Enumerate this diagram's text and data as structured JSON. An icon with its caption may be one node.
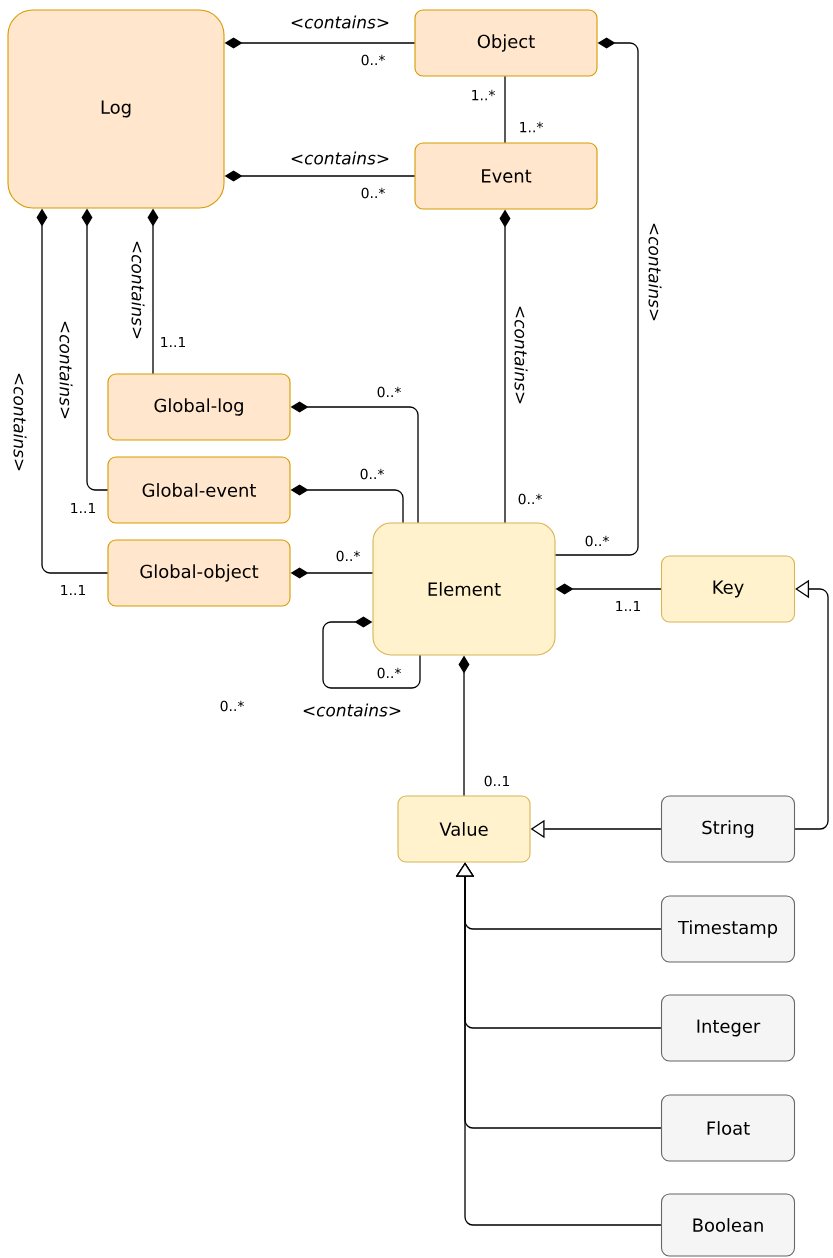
{
  "diagram": {
    "nodes": [
      {
        "text": [
          "Log"
        ]
      },
      {
        "text": [
          "Object"
        ]
      },
      {
        "text": [
          "Event"
        ]
      },
      {
        "text": [
          "Global-log"
        ]
      },
      {
        "text": [
          "Global-event"
        ]
      },
      {
        "text": [
          "Global-object"
        ]
      },
      {
        "text": [
          "Element"
        ]
      },
      {
        "text": [
          "Key"
        ]
      },
      {
        "text": [
          "Value"
        ]
      },
      {
        "text": [
          "String"
        ]
      },
      {
        "text": [
          "Timestamp"
        ]
      },
      {
        "text": [
          "Integer"
        ]
      },
      {
        "text": [
          "Float"
        ]
      },
      {
        "text": [
          "Boolean"
        ]
      }
    ],
    "edges": [
      {
        "from": 0,
        "to": 1,
        "arrow": "other",
        "label": "<contains>"
      },
      {
        "from": 0,
        "to": 2,
        "arrow": "other",
        "label": "<contains>"
      },
      {
        "from": 1,
        "to": 2,
        "arrow": "none"
      },
      {
        "from": 0,
        "to": 3,
        "arrow": "other",
        "label": "<contains>"
      },
      {
        "from": 0,
        "to": 4,
        "arrow": "other",
        "label": "<contains>"
      },
      {
        "from": 0,
        "to": 5,
        "arrow": "other",
        "label": "<contains>"
      },
      {
        "from": 2,
        "to": 6,
        "arrow": "other",
        "label": "<contains>"
      },
      {
        "from": 1,
        "to": 6,
        "arrow": "other",
        "label": "<contains>"
      },
      {
        "from": 3,
        "to": 6,
        "arrow": "other"
      },
      {
        "from": 4,
        "to": 6,
        "arrow": "other"
      },
      {
        "from": 5,
        "to": 6,
        "arrow": "other"
      },
      {
        "from": 6,
        "to": 6,
        "arrow": "other",
        "label": "<contains>"
      },
      {
        "from": 6,
        "to": 7,
        "arrow": "other"
      },
      {
        "from": 6,
        "to": 8,
        "arrow": "other"
      },
      {
        "from": 9,
        "to": 8,
        "arrow": "to"
      },
      {
        "from": 10,
        "to": 8,
        "arrow": "to"
      },
      {
        "from": 11,
        "to": 8,
        "arrow": "to"
      },
      {
        "from": 12,
        "to": 8,
        "arrow": "to"
      },
      {
        "from": 13,
        "to": 8,
        "arrow": "to"
      },
      {
        "from": 9,
        "to": 7,
        "arrow": "to"
      }
    ],
    "labels": [
      "0..*",
      "1..*",
      "1..*",
      "0..*",
      "1..1",
      "0..*",
      "0..*",
      "0..*",
      "1..1",
      "0..*",
      "0..*",
      "1..1",
      "1..1",
      "0..*",
      "0..*",
      "0..1"
    ]
  }
}
